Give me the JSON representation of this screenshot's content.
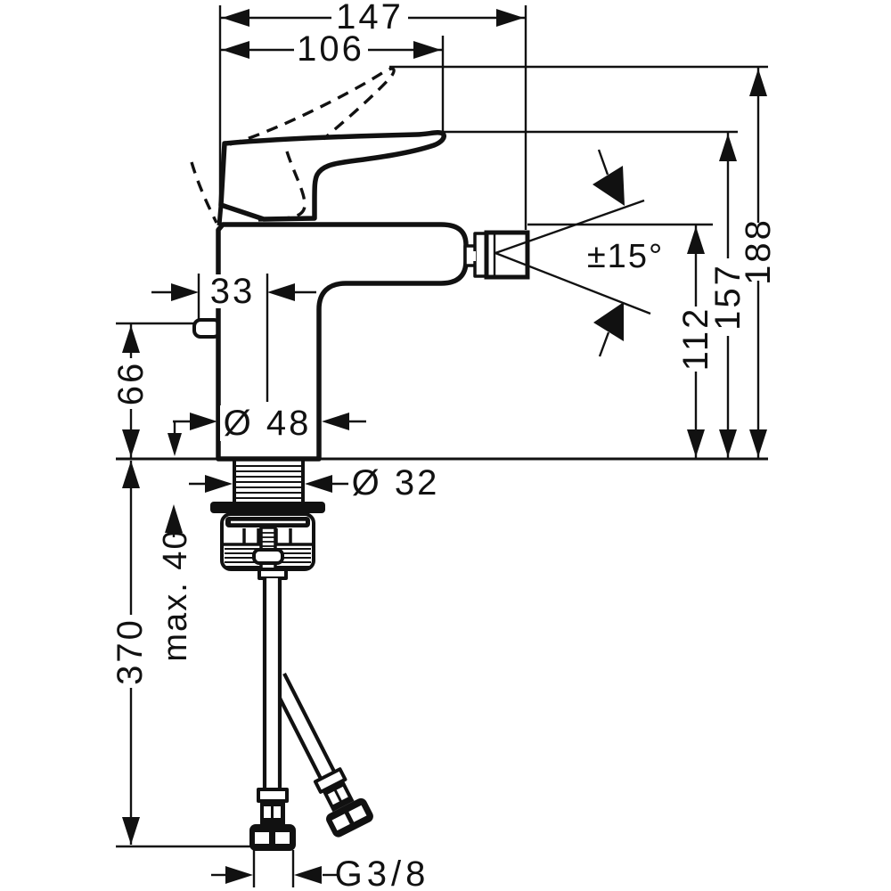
{
  "drawing": {
    "background": "#ffffff",
    "ink": "#111111",
    "kind": "installation dimension drawing"
  },
  "dimensions": {
    "width_overall": "147",
    "width_spout": "106",
    "height_overall": "188",
    "height_lever_tip": "157",
    "height_outlet": "112",
    "swivel_angle": "±15°",
    "offset_lever_front": "33",
    "height_clip": "66",
    "dia_base": "Ø 48",
    "dia_shank": "Ø 32",
    "max_counter_thickness": "max. 40",
    "hose_length": "370",
    "connection_thread": "G3/8"
  }
}
